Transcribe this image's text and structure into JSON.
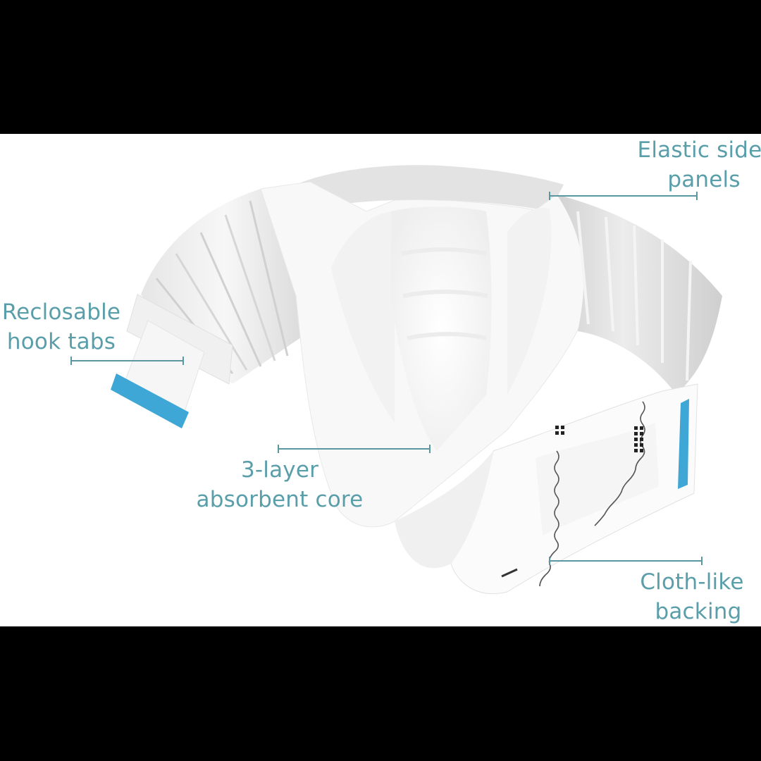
{
  "figure": {
    "subject": "adult incontinence brief",
    "background": "#ffffff",
    "letterbox_color": "#000000",
    "label_color": "#5a9eaa",
    "accent_tab_color": "#3fa7d6"
  },
  "callouts": [
    {
      "id": "elastic-side-panels",
      "lines": [
        "Elastic side",
        "panels"
      ]
    },
    {
      "id": "reclosable-hook-tabs",
      "lines": [
        "Reclosable",
        "hook tabs"
      ]
    },
    {
      "id": "absorbent-core",
      "lines": [
        "3-layer",
        "absorbent core"
      ]
    },
    {
      "id": "cloth-like-backing",
      "lines": [
        "Cloth-like",
        "backing"
      ]
    }
  ]
}
